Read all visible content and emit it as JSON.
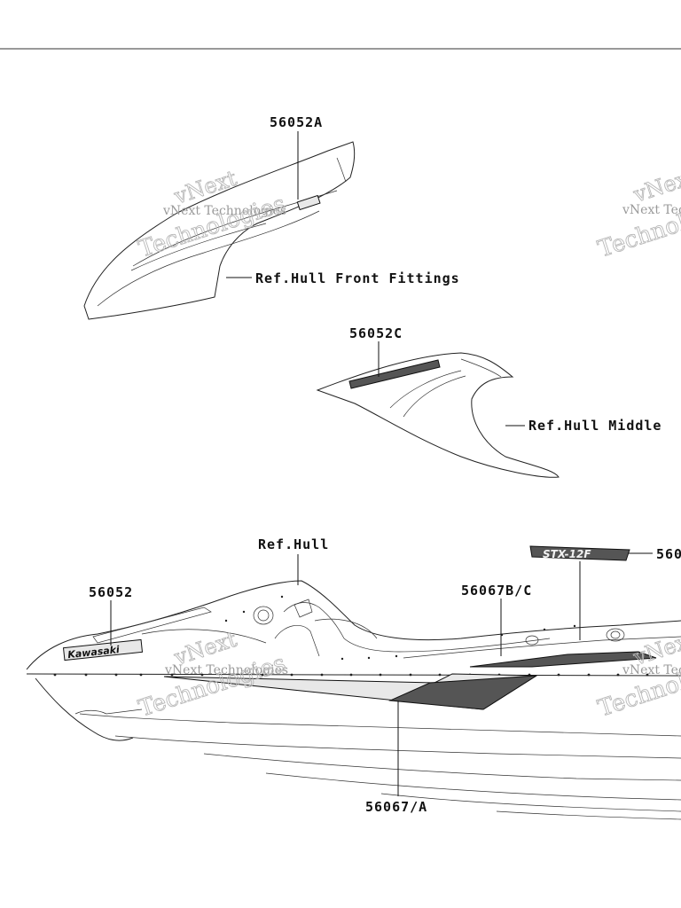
{
  "watermark": {
    "line1": "vNext",
    "line2": "vNext Technologies",
    "line3": "Technologies"
  },
  "callouts": {
    "front_decal": "56052A",
    "front_ref": "Ref.Hull Front Fittings",
    "middle_decal": "56052C",
    "middle_ref": "Ref.Hull Middle",
    "hull_ref": "Ref.Hull",
    "logo_decal": "56052",
    "side_stripe_upper": "56067B/C",
    "side_stripe_lower": "56067/A",
    "right_decal_partial": "560"
  },
  "logos": {
    "brand": "Kawasaki",
    "model": "STX-12F"
  },
  "colors": {
    "line": "#222222",
    "watermark": "#b8b8b8",
    "decal_fill": "#555555"
  }
}
